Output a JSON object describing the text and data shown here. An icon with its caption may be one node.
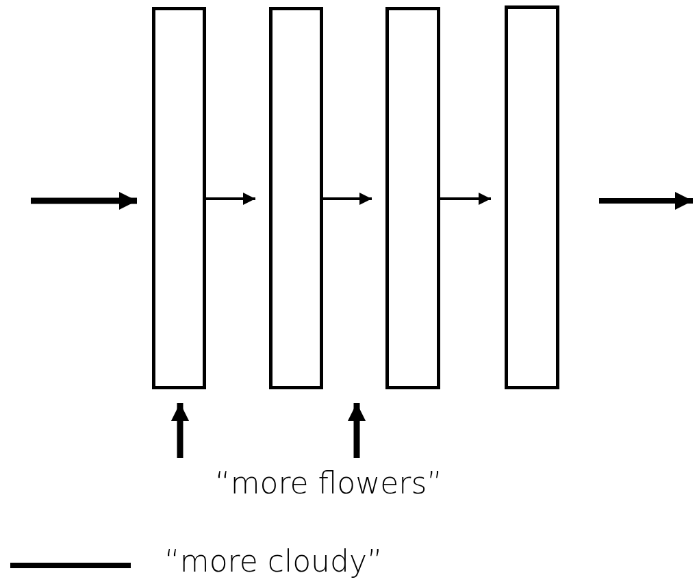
{
  "diagram": {
    "nodes": [
      {
        "text": [],
        "shape": "bar"
      },
      {
        "text": [],
        "shape": "bar"
      },
      {
        "text": [],
        "shape": "bar"
      },
      {
        "text": [],
        "shape": "bar"
      },
      {
        "text": [
          "“more flowers”"
        ]
      }
    ],
    "edges": [
      {
        "from": null,
        "to": 0,
        "arrow": "to",
        "style": "thick"
      },
      {
        "from": 0,
        "to": 1,
        "arrow": "to"
      },
      {
        "from": 1,
        "to": 2,
        "arrow": "to"
      },
      {
        "from": 2,
        "to": 3,
        "arrow": "to"
      },
      {
        "from": 4,
        "to": 0,
        "arrow": "to",
        "style": "thick"
      },
      {
        "from": 4,
        "to": 2,
        "arrow": "to",
        "style": "thick"
      }
    ],
    "legend": [
      {
        "text": "“more cloudy”"
      }
    ]
  }
}
